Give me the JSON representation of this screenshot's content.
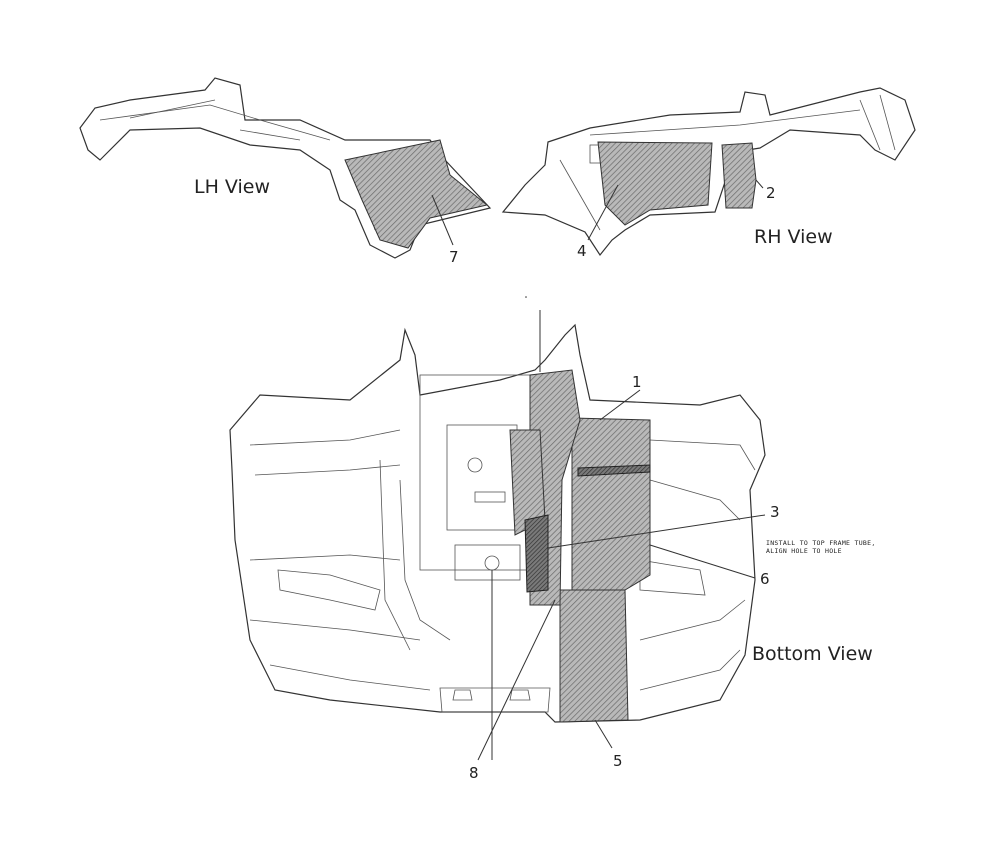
{
  "views": {
    "lh": "LH View",
    "rh": "RH View",
    "bottom": "Bottom View"
  },
  "callouts": {
    "c1": "1",
    "c2": "2",
    "c3": "3",
    "c4": "4",
    "c5": "5",
    "c6": "6",
    "c7": "7",
    "c8": "8"
  },
  "note": {
    "line1": "INSTALL TO TOP FRAME TUBE,",
    "line2": "ALIGN HOLE TO HOLE"
  },
  "colors": {
    "line": "#333333",
    "hatch": "#888888",
    "background": "#ffffff"
  }
}
